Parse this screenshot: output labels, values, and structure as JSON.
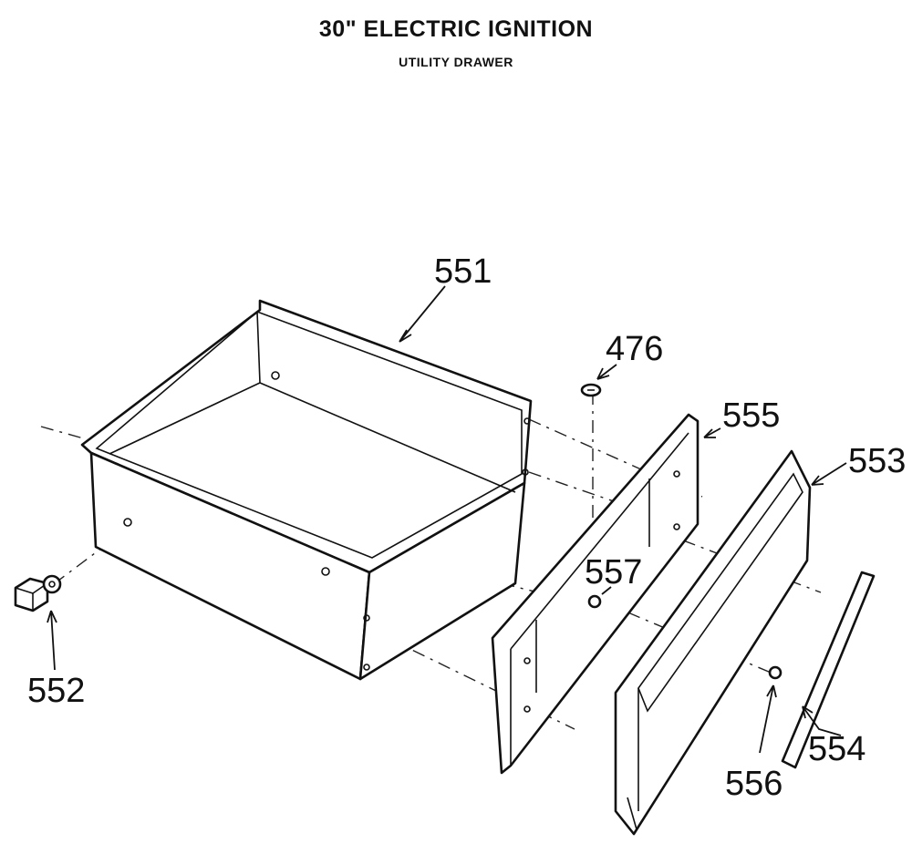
{
  "header": {
    "title": "30\" ELECTRIC IGNITION",
    "subtitle": "UTILITY DRAWER"
  },
  "parts": [
    {
      "id": "551",
      "label": "551",
      "name": "drawer-body"
    },
    {
      "id": "476",
      "label": "476",
      "name": "screw"
    },
    {
      "id": "555",
      "label": "555",
      "name": "inner-panel"
    },
    {
      "id": "553",
      "label": "553",
      "name": "front-panel"
    },
    {
      "id": "557",
      "label": "557",
      "name": "fastener"
    },
    {
      "id": "552",
      "label": "552",
      "name": "roller"
    },
    {
      "id": "556",
      "label": "556",
      "name": "nut"
    },
    {
      "id": "554",
      "label": "554",
      "name": "handle"
    }
  ]
}
